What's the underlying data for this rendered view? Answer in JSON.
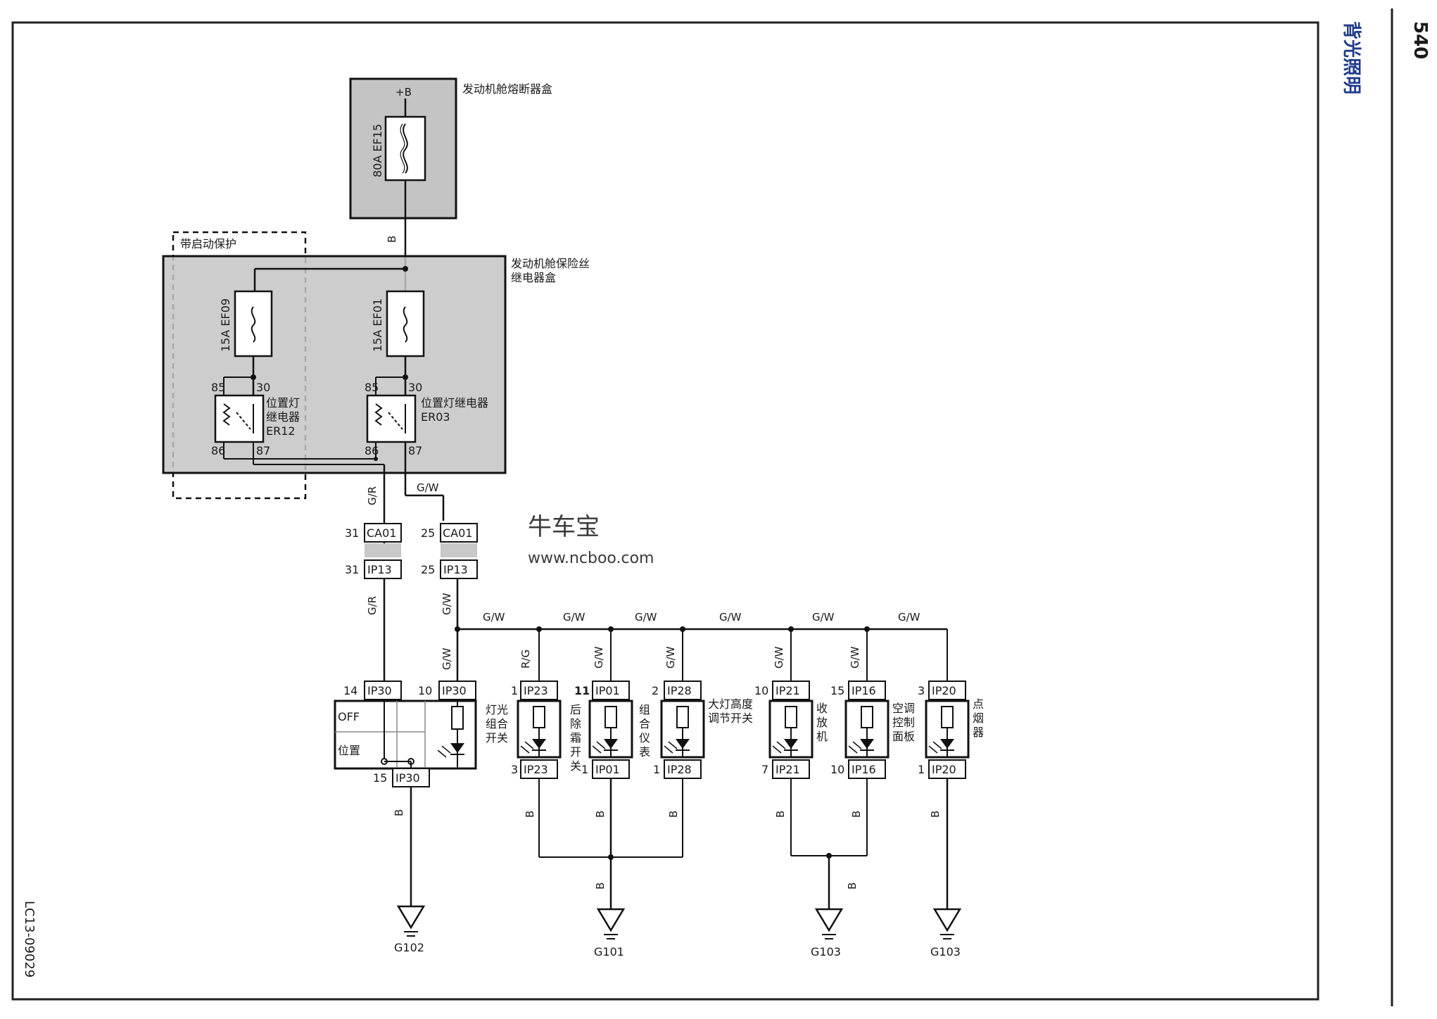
{
  "page": {
    "number": "540",
    "section_title": "背光照明",
    "diagram_code": "LC13-09029"
  },
  "fuse_box_engine": {
    "label": "发动机舱熔断器盒",
    "supply": "+B",
    "fuse": "80A EF15",
    "out_wire": "B"
  },
  "start_protect": {
    "label": "带启动保护"
  },
  "relay_box": {
    "label_line1": "发动机舱保险丝",
    "label_line2": "继电器盒",
    "fuse_left": "15A EF09",
    "fuse_right": "15A EF01",
    "relay_left": {
      "line1": "位置灯",
      "line2": "继电器",
      "line3": "ER12",
      "pins": [
        "85",
        "30",
        "86",
        "87"
      ]
    },
    "relay_right": {
      "line1": "位置灯继电器",
      "line2": "ER03",
      "pins": [
        "85",
        "30",
        "86",
        "87"
      ]
    }
  },
  "wires": {
    "gr": "G/R",
    "gw": "G/W",
    "rg": "R/G",
    "b": "B"
  },
  "connectors_top": [
    {
      "pin": "31",
      "name": "CA01"
    },
    {
      "pin": "25",
      "name": "CA01"
    },
    {
      "pin": "31",
      "name": "IP13"
    },
    {
      "pin": "25",
      "name": "IP13"
    }
  ],
  "light_switch": {
    "top_pins": [
      {
        "pin": "14",
        "name": "IP30"
      },
      {
        "pin": "10",
        "name": "IP30"
      }
    ],
    "bottom_pin": {
      "pin": "15",
      "name": "IP30"
    },
    "pos_off": "OFF",
    "pos_position": "位置",
    "label": [
      "灯光",
      "组合",
      "开关"
    ]
  },
  "components": [
    {
      "top_pin": "1",
      "name": "IP23",
      "bottom_pin": "3",
      "label": [
        "后",
        "除",
        "霜",
        "开",
        "关"
      ]
    },
    {
      "top_pin": "11",
      "name": "IP01",
      "bottom_pin": "1",
      "label": [
        "组",
        "合",
        "仪",
        "表"
      ]
    },
    {
      "top_pin": "2",
      "name": "IP28",
      "bottom_pin": "1",
      "label": [
        "大灯高度",
        "调节开关"
      ]
    },
    {
      "top_pin": "10",
      "name": "IP21",
      "bottom_pin": "7",
      "label": [
        "收",
        "放",
        "机"
      ]
    },
    {
      "top_pin": "15",
      "name": "IP16",
      "bottom_pin": "10",
      "label": [
        "空调",
        "控制",
        "面板"
      ]
    },
    {
      "top_pin": "3",
      "name": "IP20",
      "bottom_pin": "1",
      "label": [
        "点",
        "烟",
        "器"
      ]
    }
  ],
  "grounds": [
    "G102",
    "G101",
    "G103",
    "G103"
  ],
  "watermark": {
    "brand": "牛车宝",
    "url": "www.ncboo.com"
  }
}
